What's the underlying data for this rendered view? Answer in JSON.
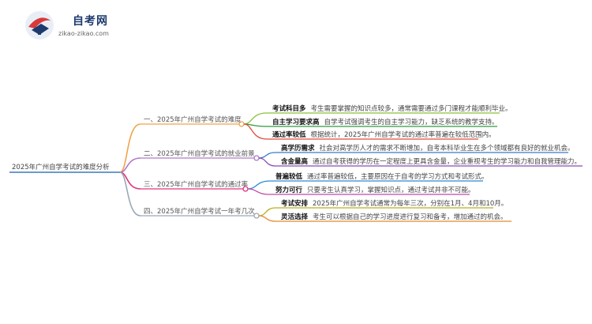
{
  "logo": {
    "title": "自考网",
    "subtitle": "zikao-zikao.com"
  },
  "root": "2025年广州自学考试的难度分析",
  "branches": [
    {
      "label": "一、2025年广州自学考试的难度",
      "color": "#f0a34a",
      "leaves": [
        {
          "key": "考试科目多",
          "text": "考生需要掌握的知识点较多，通常需要通过多门课程才能顺利毕业。",
          "color": "#8bbf3a"
        },
        {
          "key": "自主学习要求高",
          "text": "自学考试强调考生的自主学习能力，缺乏系统的教学支持。",
          "color": "#2e9a3e"
        },
        {
          "key": "通过率较低",
          "text": "根据统计，2025年广州自学考试的通过率普遍在较低范围内。",
          "color": "#e04a3a"
        }
      ]
    },
    {
      "label": "二、2025年广州自学考试的就业前景",
      "color": "#b07ac8",
      "leaves": [
        {
          "key": "高学历需求",
          "text": "社会对高学历人才的需求不断增加，自考本科毕业生在多个领域都有良好的就业机会。",
          "color": "#3a7ac8"
        },
        {
          "key": "含金量高",
          "text": "通过自考获得的学历在一定程度上更具含金量，企业重视考生的学习能力和自我管理能力。",
          "color": "#8a4ab8"
        }
      ]
    },
    {
      "label": "三、2025年广州自学考试的通过率",
      "color": "#e0347a",
      "leaves": [
        {
          "key": "普遍较低",
          "text": "通过率普遍较低，主要原因在于自考的学习方式和考试形式。",
          "color": "#2a8ad0"
        },
        {
          "key": "努力可行",
          "text": "只要考生认真学习，掌握知识点，通过考试并非不可能。",
          "color": "#c04aa8"
        }
      ]
    },
    {
      "label": "四、2025年广州自学考试一年考几次",
      "color": "#9aa8b8",
      "leaves": [
        {
          "key": "考试安排",
          "text": "2025年广州自学考试通常为每年三次，分别在1月、4月和10月。",
          "color": "#b8b020"
        },
        {
          "key": "灵活选择",
          "text": "考生可以根据自己的学习进度进行复习和备考，增加通过的机会。",
          "color": "#e08a30"
        }
      ]
    }
  ]
}
